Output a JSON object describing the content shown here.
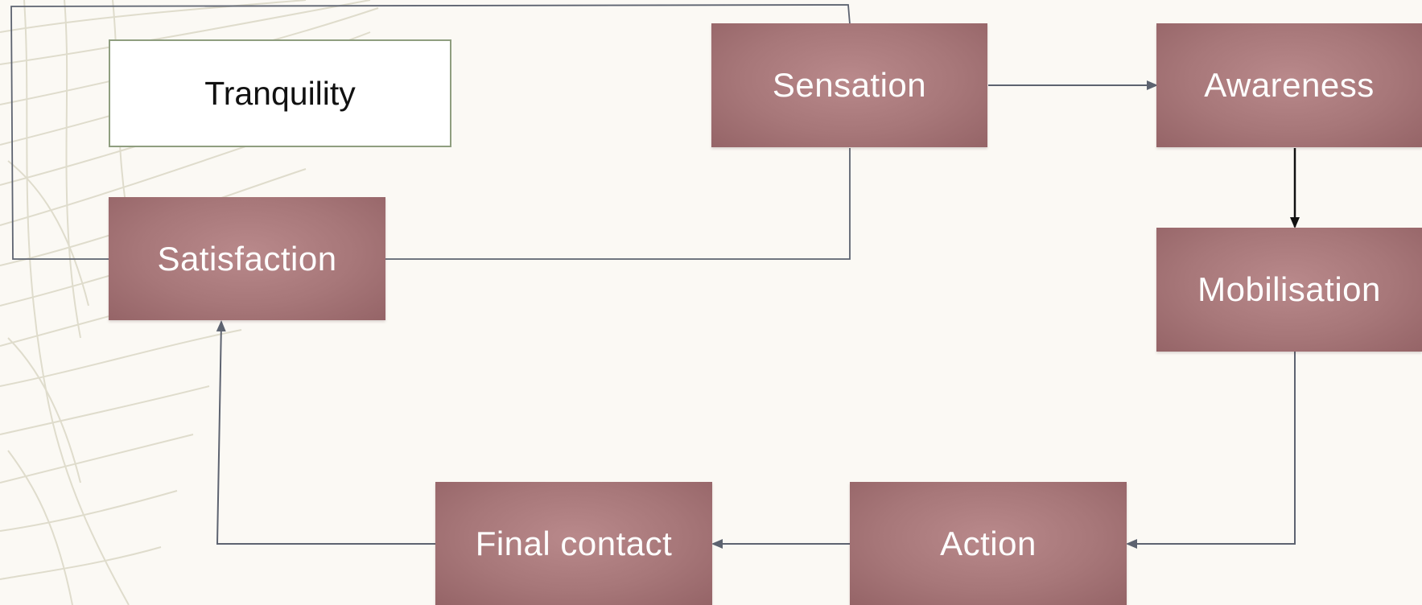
{
  "diagram": {
    "nodes": {
      "tranquility": "Tranquility",
      "sensation": "Sensation",
      "awareness": "Awareness",
      "mobilisation": "Mobilisation",
      "action": "Action",
      "final_contact": "Final contact",
      "satisfaction": "Satisfaction"
    },
    "colors": {
      "node_fill": "#a87a7c",
      "node_text": "#ffffff",
      "connector": "#5d6370",
      "background": "#fbf9f4",
      "tranquility_border": "#8f9e7f"
    }
  }
}
